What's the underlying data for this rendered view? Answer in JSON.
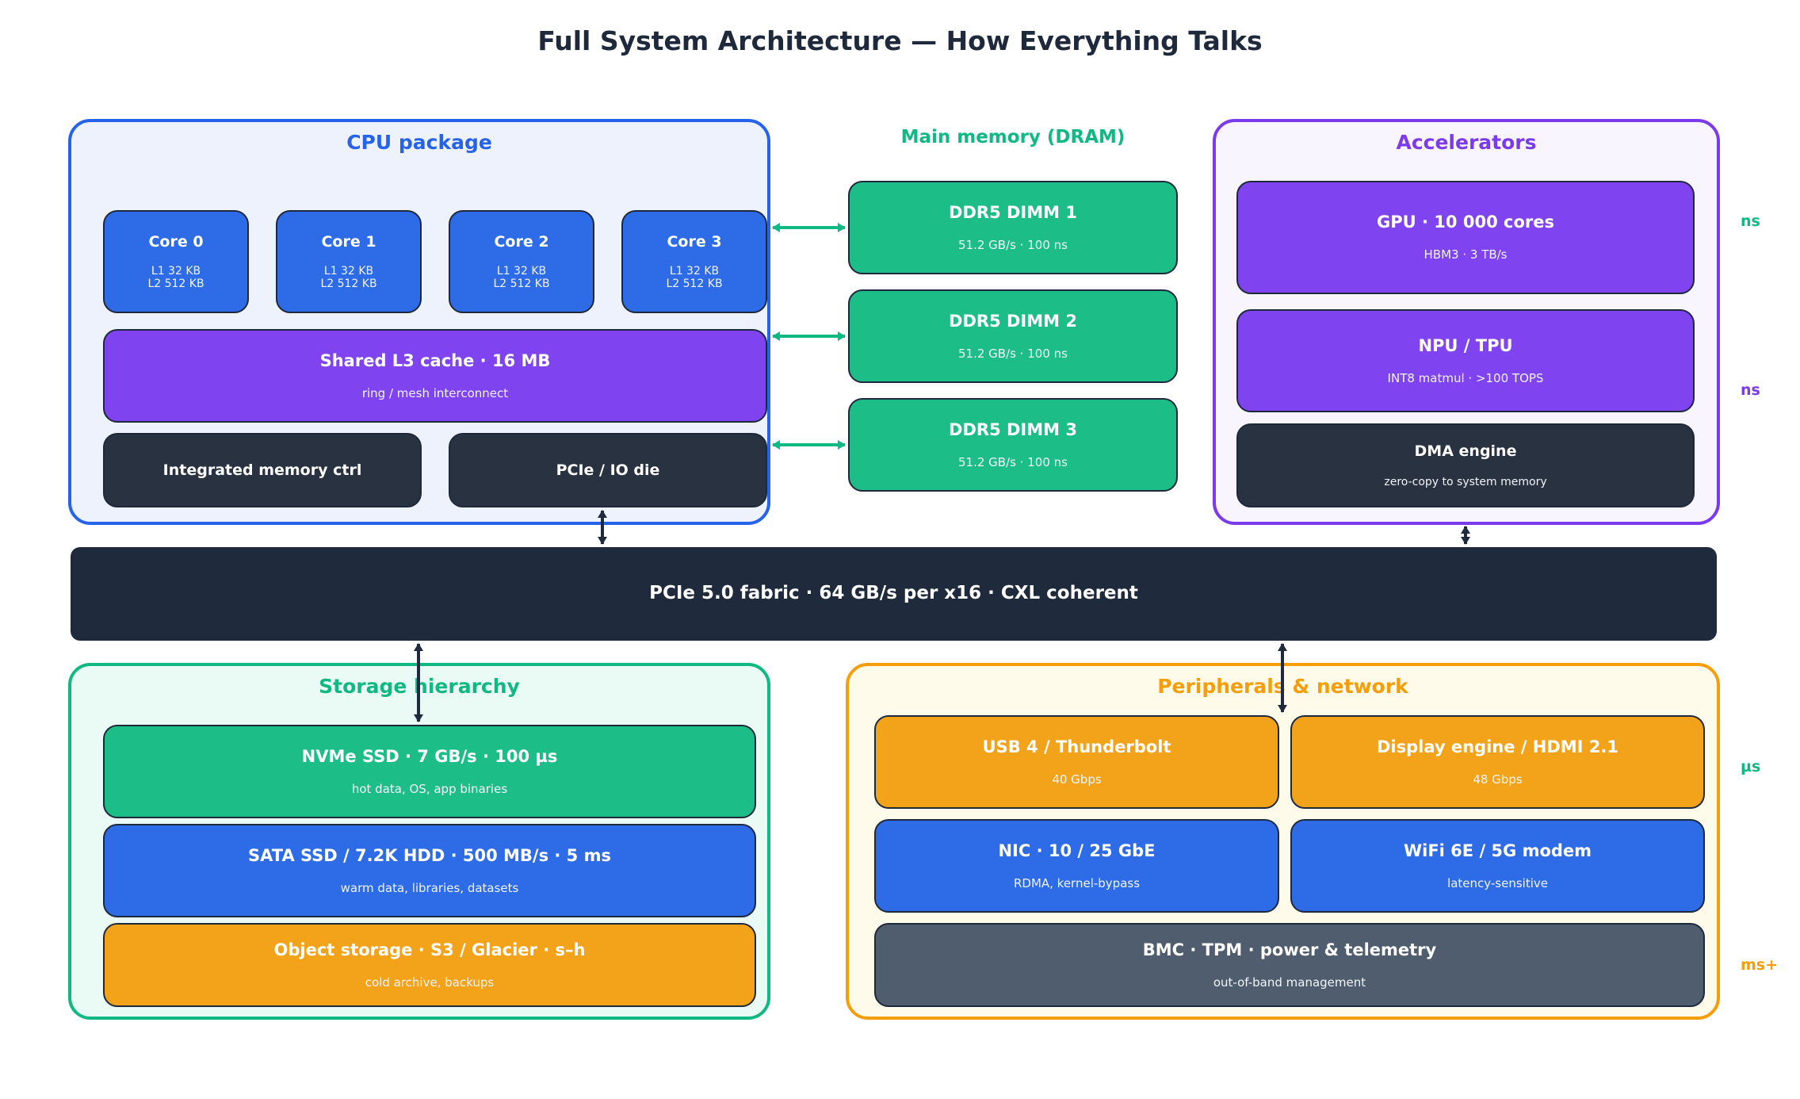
{
  "title": "Full System Architecture — How Everything Talks",
  "colors": {
    "cpu": "#2563eb",
    "memory": "#10b981",
    "accelerators": "#7c3aed",
    "storage": "#10b981",
    "peripherals": "#f59e0b",
    "fabric": "#1f2a3c",
    "arrow_dark": "#1f2a3c",
    "arrow_green": "#10b981"
  },
  "cpu": {
    "label": "CPU package",
    "cores": [
      {
        "name": "Core 0",
        "cache": "L1 32 KB\nL2 512 KB"
      },
      {
        "name": "Core 1",
        "cache": "L1 32 KB\nL2 512 KB"
      },
      {
        "name": "Core 2",
        "cache": "L1 32 KB\nL2 512 KB"
      },
      {
        "name": "Core 3",
        "cache": "L1 32 KB\nL2 512 KB"
      }
    ],
    "l3": {
      "title": "Shared L3 cache  ·  16 MB",
      "sub": "ring / mesh interconnect"
    },
    "imc": "Integrated memory ctrl",
    "io": "PCIe / IO die"
  },
  "memory": {
    "label": "Main memory (DRAM)",
    "dimms": [
      {
        "title": "DDR5 DIMM 1",
        "sub": "51.2 GB/s  ·  100 ns"
      },
      {
        "title": "DDR5 DIMM 2",
        "sub": "51.2 GB/s  ·  100 ns"
      },
      {
        "title": "DDR5 DIMM 3",
        "sub": "51.2 GB/s  ·  100 ns"
      }
    ]
  },
  "accelerators": {
    "label": "Accelerators",
    "gpu": {
      "title": "GPU  ·  10 000 cores",
      "sub": "HBM3  ·  3 TB/s"
    },
    "npu": {
      "title": "NPU / TPU",
      "sub": "INT8 matmul  ·  >100 TOPS"
    },
    "dma": {
      "title": "DMA engine",
      "sub": "zero-copy to system memory"
    }
  },
  "fabric": {
    "label": "PCIe 5.0 fabric  ·  64 GB/s per x16  ·  CXL coherent"
  },
  "storage": {
    "label": "Storage hierarchy",
    "items": [
      {
        "title": "NVMe SSD  ·  7 GB/s  ·  100 µs",
        "sub": "hot data, OS, app binaries"
      },
      {
        "title": "SATA SSD / 7.2K HDD  ·  500 MB/s · 5 ms",
        "sub": "warm data, libraries, datasets"
      },
      {
        "title": "Object storage  ·  S3 / Glacier  ·  s–h",
        "sub": "cold archive, backups"
      }
    ]
  },
  "peripherals": {
    "label": "Peripherals & network",
    "usb": {
      "title": "USB 4 / Thunderbolt",
      "sub": "40 Gbps"
    },
    "display": {
      "title": "Display engine / HDMI 2.1",
      "sub": "48 Gbps"
    },
    "nic": {
      "title": "NIC  ·  10 / 25 GbE",
      "sub": "RDMA, kernel-bypass"
    },
    "wifi": {
      "title": "WiFi 6E / 5G modem",
      "sub": "latency-sensitive"
    },
    "bmc": {
      "title": "BMC  ·  TPM  ·  power & telemetry",
      "sub": "out-of-band management"
    }
  },
  "latency": [
    {
      "label": "ns",
      "color": "#10b981"
    },
    {
      "label": "ns",
      "color": "#7c3aed"
    },
    {
      "label": "µs",
      "color": "#10b981"
    },
    {
      "label": "ms+",
      "color": "#f59e0b"
    }
  ]
}
